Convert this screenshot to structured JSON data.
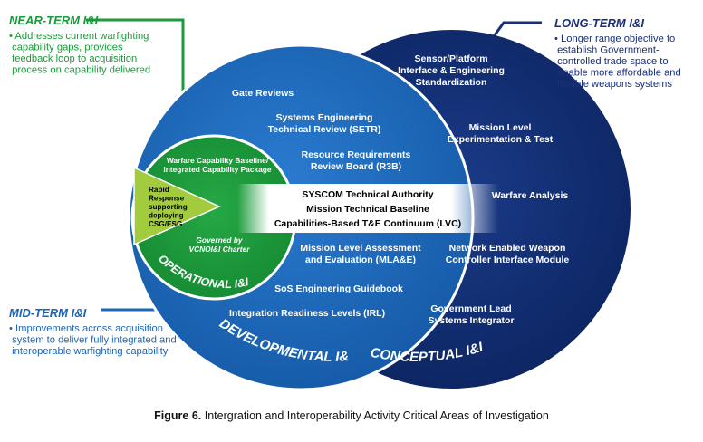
{
  "near_term": {
    "title": "NEAR-TERM I&I",
    "bullet_lines": [
      "Addresses current warfighting",
      "capability gaps, provides",
      "feedback loop to acquisition",
      "process on capability delivered"
    ],
    "color": "#1a9a3a"
  },
  "long_term": {
    "title": "LONG-TERM I&I",
    "bullet_lines": [
      "Longer range objective to",
      "establish Government-",
      "controlled trade space to",
      "enable more affordable and",
      "flexible weapons systems"
    ],
    "color": "#1a2f7a"
  },
  "mid_term": {
    "title": "MID-TERM I&I",
    "bullet_lines": [
      "Improvements across acquisition",
      "system to deliver fully integrated and",
      "interoperable warfighting capability"
    ],
    "color": "#1d65b8"
  },
  "conceptual": {
    "label": "CONCEPTUAL I&I",
    "items": [
      [
        "Sensor/Platform",
        "Interface & Engineering",
        "Standardization"
      ],
      [
        "Mission Level",
        "Experimentation & Test"
      ],
      [
        "Warfare Analysis"
      ],
      [
        "Network Enabled Weapon",
        "Controller Interface Module"
      ],
      [
        "Government Lead",
        "Systems Integrator"
      ]
    ],
    "color": "#0f2a6b"
  },
  "developmental": {
    "label": "DEVELOPMENTAL I&I",
    "items": [
      [
        "Gate Reviews"
      ],
      [
        "Systems Engineering",
        "Technical Review (SETR)"
      ],
      [
        "Resource Requirements",
        "Review Board (R3B)"
      ],
      [
        "Mission Level Assessment",
        "and Evaluation (MLA&E)"
      ],
      [
        "SoS Engineering Guidebook"
      ],
      [
        "Integration Readiness Levels (IRL)"
      ]
    ],
    "color": "#1d69bd"
  },
  "operational": {
    "label": "OPERATIONAL I&I",
    "baseline": [
      "Warfare Capability Baseline/",
      "Integrated Capability Package"
    ],
    "governed": [
      "Governed by",
      "VCNOI&I Charter"
    ],
    "rapid": [
      "Rapid",
      "Response",
      "supporting",
      "deploying",
      "CSG/ESG"
    ],
    "color": "#1b9a3b",
    "arrow_color": "#9cc93d"
  },
  "center_band": {
    "lines": [
      "SYSCOM Technical Authority",
      "Mission Technical Baseline",
      "Capabilities-Based T&E Continuum (LVC)"
    ]
  },
  "caption": {
    "label": "Figure 6.",
    "text": "Intergration and Interoperability Activity Critical Areas of Investigation"
  }
}
